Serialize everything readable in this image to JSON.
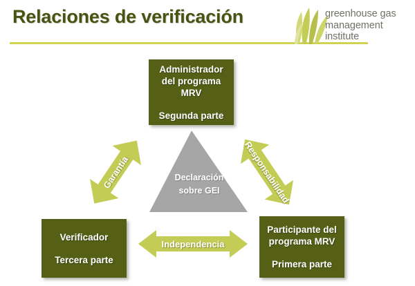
{
  "slide": {
    "title": "Relaciones de verificación",
    "background_color": "#ffffff"
  },
  "logo": {
    "name": "greenhouse-gas-management-institute-logo",
    "line1": "greenhouse gas",
    "line2": "management",
    "line3": "institute",
    "text_color": "#6f7268",
    "mark_color": "#c3cc55"
  },
  "theme": {
    "box_fill": "#556016",
    "box_text": "#ffffff",
    "arrow_fill": "#c3cc55",
    "triangle_fill": "#a6a6a6",
    "title_color": "#4a5213",
    "rule_color": "#cfd34f"
  },
  "diagram": {
    "type": "triangular relationship diagram",
    "nodes": [
      {
        "id": "top",
        "name": "mrv-program-administrator",
        "title": "Administrador del programa MRV",
        "title_lines": [
          "Administrador",
          "del programa",
          "MRV"
        ],
        "role": "Segunda parte"
      },
      {
        "id": "left",
        "name": "verifier",
        "title": "Verificador",
        "title_lines": [
          "Verificador"
        ],
        "role": "Tercera parte"
      },
      {
        "id": "right",
        "name": "mrv-program-participant",
        "title": "Participante del programa MRV",
        "title_lines": [
          "Participante del",
          "programa MRV"
        ],
        "role": "Primera parte"
      }
    ],
    "center": {
      "name": "ghg-statement-triangle",
      "label_lines": [
        "Declaración",
        "sobre GEI"
      ],
      "label": "Declaración sobre GEI"
    },
    "relations": [
      {
        "id": "left",
        "name": "guarantee-relation",
        "label": "Garantía",
        "between": [
          "Verificador",
          "Administrador del programa MRV"
        ],
        "direction": "double"
      },
      {
        "id": "right",
        "name": "accountability-relation",
        "label": "Responsabilidad",
        "between": [
          "Administrador del programa MRV",
          "Participante del programa MRV"
        ],
        "direction": "double"
      },
      {
        "id": "bottom",
        "name": "independence-relation",
        "label": "Independencia",
        "between": [
          "Verificador",
          "Participante del programa MRV"
        ],
        "direction": "double"
      }
    ]
  }
}
